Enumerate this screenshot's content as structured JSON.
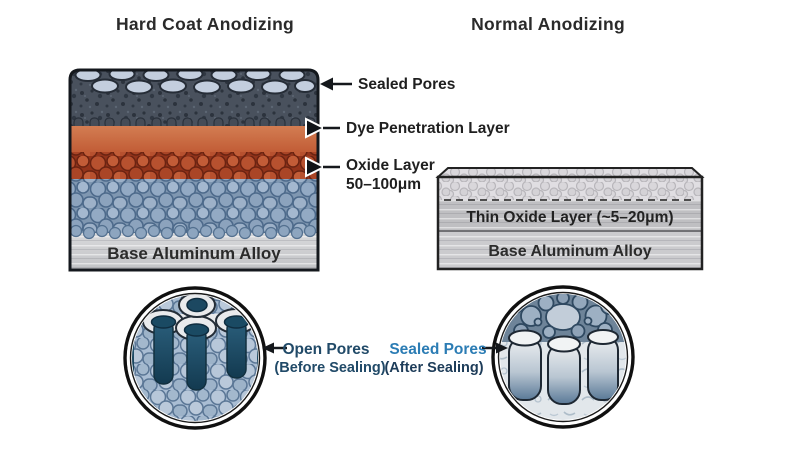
{
  "titles": {
    "hard_coat": "Hard Coat Anodizing",
    "normal": "Normal Anodizing"
  },
  "hard_coat_labels": {
    "sealed_pores": "Sealed Pores",
    "dye_layer": "Dye Penetration Layer",
    "oxide_line1": "Oxide Layer",
    "oxide_line2": "50–100μm",
    "base": "Base Aluminum Alloy"
  },
  "normal_labels": {
    "thin_oxide": "Thin Oxide Layer (~5–20μm)",
    "base": "Base Aluminum Alloy"
  },
  "insets": {
    "open": {
      "label": "Open Pores",
      "sublabel": "(Before Sealing)"
    },
    "sealed": {
      "label": "Sealed Pores",
      "sublabel": "(After Sealing)"
    }
  },
  "colors": {
    "background": "#ffffff",
    "outline": "#15181c",
    "dye_penetration_layer": "#454c57",
    "sealed_pore_dots": "#c3cede",
    "oxide_layer_orange": "#b7512f",
    "oxide_layer_light": "#cf7a4e",
    "porous_layer_blue": "#93aac4",
    "base_aluminum": "#cbcccf",
    "open_pore_navy": "#1d4a63",
    "open_pores_label": "#214a68",
    "sealed_pores_label": "#2b7cb4",
    "after_sealing_label": "#1d3c59"
  }
}
